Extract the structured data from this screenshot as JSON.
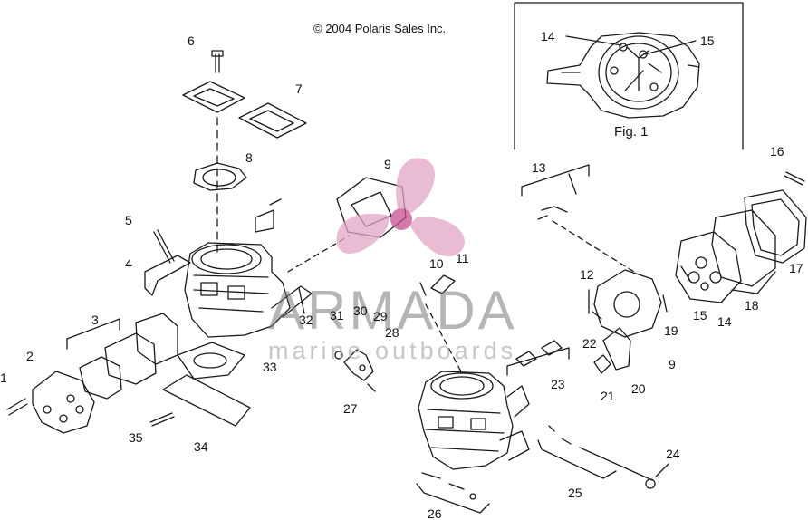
{
  "copyright": "© 2004 Polaris Sales Inc.",
  "figure_caption": "Fig. 1",
  "watermark": {
    "title": "ARMADA",
    "subtitle": "marine outboards",
    "logo_color": "#e3a6c6",
    "logo_center_color": "#c8508f",
    "text_color": "#7a7a7a"
  },
  "callouts": {
    "c1": "1",
    "c2": "2",
    "c3": "3",
    "c4": "4",
    "c5": "5",
    "c6": "6",
    "c7": "7",
    "c8": "8",
    "c9a": "9",
    "c10": "10",
    "c11": "11",
    "c12": "12",
    "c13": "13",
    "c14a": "14",
    "c15a": "15",
    "c16": "16",
    "c17": "17",
    "c18": "18",
    "c19": "19",
    "c9b": "9",
    "c20": "20",
    "c21": "21",
    "c22": "22",
    "c23": "23",
    "c24": "24",
    "c25": "25",
    "c26": "26",
    "c27": "27",
    "c28": "28",
    "c29": "29",
    "c30": "30",
    "c31": "31",
    "c32": "32",
    "c33": "33",
    "c34": "34",
    "c35": "35",
    "c14b": "14",
    "c15b": "15",
    "f14": "14",
    "f15": "15"
  },
  "line_color": "#1a1a1a"
}
